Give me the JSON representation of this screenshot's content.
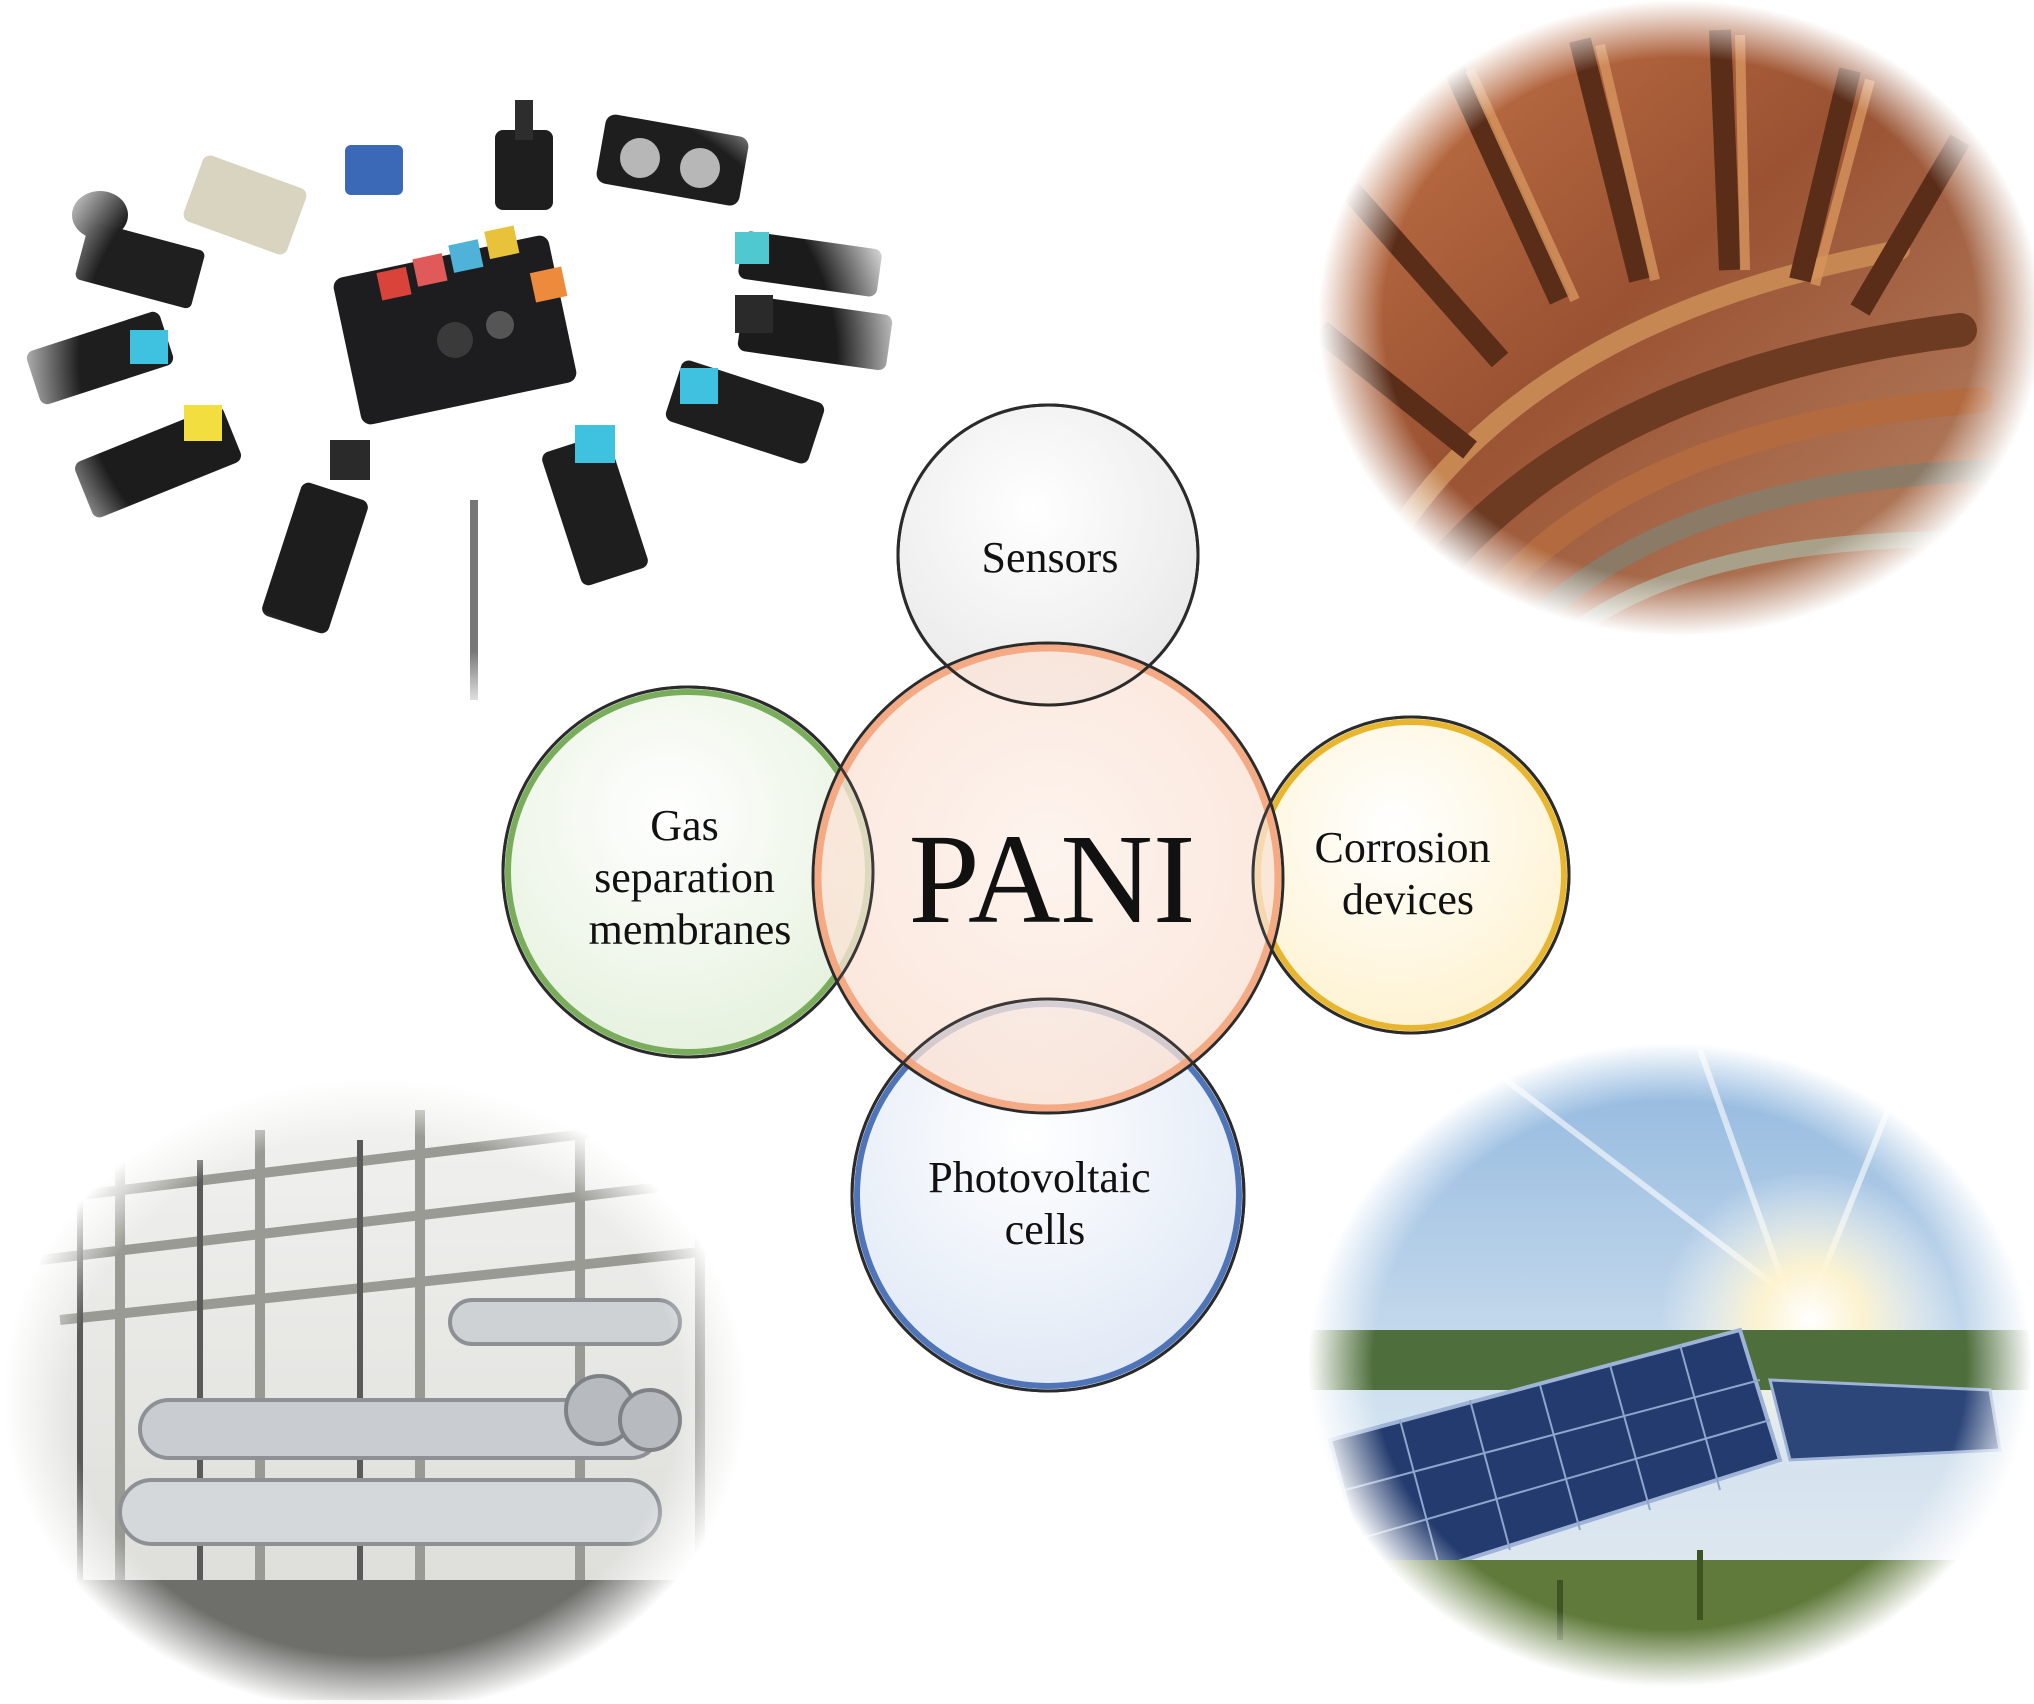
{
  "center": {
    "label": "PANI",
    "color": "#f3a37a"
  },
  "applications": [
    {
      "id": "sensors",
      "lines": [
        "Sensors"
      ],
      "color": "#9a9a9a"
    },
    {
      "id": "gas",
      "lines": [
        "Gas",
        "separation",
        "membranes"
      ],
      "color": "#79ad5c"
    },
    {
      "id": "corrosion",
      "lines": [
        "Corrosion",
        "devices"
      ],
      "color": "#e8b52e"
    },
    {
      "id": "pv",
      "lines": [
        "Photovoltaic",
        "cells"
      ],
      "color": "#4f74b8"
    }
  ],
  "photos": [
    {
      "id": "electronics",
      "icon": "electronic-modules-photo"
    },
    {
      "id": "rust",
      "icon": "rusted-gear-photo"
    },
    {
      "id": "plant",
      "icon": "gas-plant-photo"
    },
    {
      "id": "solar",
      "icon": "solar-panels-photo"
    }
  ]
}
